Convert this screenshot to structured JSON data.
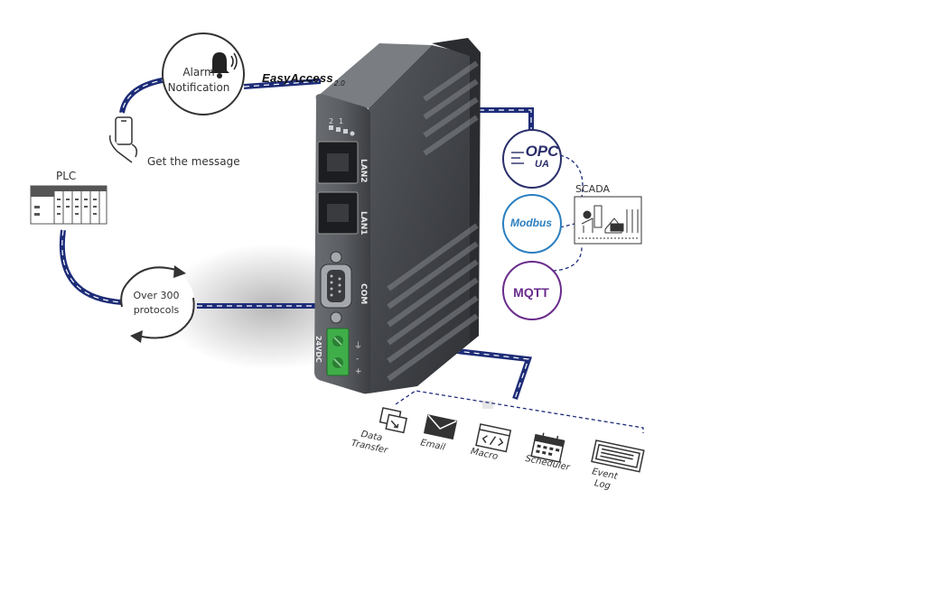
{
  "title": "EasyAccess",
  "title_version": "2.0",
  "alarm": {
    "line1": "Alarm",
    "line2": "Notification"
  },
  "get_message": "Get the message",
  "plc_label": "PLC",
  "protocols": {
    "line1": "Over 300",
    "line2": "protocols"
  },
  "scada_label": "SCADA",
  "device": {
    "led_labels": [
      "2",
      "1"
    ],
    "ports": {
      "lan2": "LAN2",
      "lan1": "LAN1",
      "com": "COM",
      "power": "24VDC"
    }
  },
  "cloud_protocols": [
    {
      "line1": "OPC",
      "line2": "UA",
      "color": "#2b2f6b"
    },
    {
      "label": "Modbus",
      "color": "#2c7fc0"
    },
    {
      "label": "MQTT",
      "color": "#6a2c8c"
    }
  ],
  "features": [
    {
      "line1": "Data",
      "line2": "Transfer",
      "icon": "data-transfer-icon"
    },
    {
      "line1": "Email",
      "line2": "",
      "icon": "email-icon"
    },
    {
      "line1": "Macro",
      "line2": "",
      "icon": "macro-icon"
    },
    {
      "line1": "Scheduler",
      "line2": "",
      "icon": "scheduler-icon"
    },
    {
      "line1": "Event",
      "line2": "Log",
      "icon": "event-log-icon"
    }
  ],
  "colors": {
    "connector_navy": "#1e2d78",
    "device_body": "#5a5d63",
    "terminal_green": "#3fae49"
  }
}
